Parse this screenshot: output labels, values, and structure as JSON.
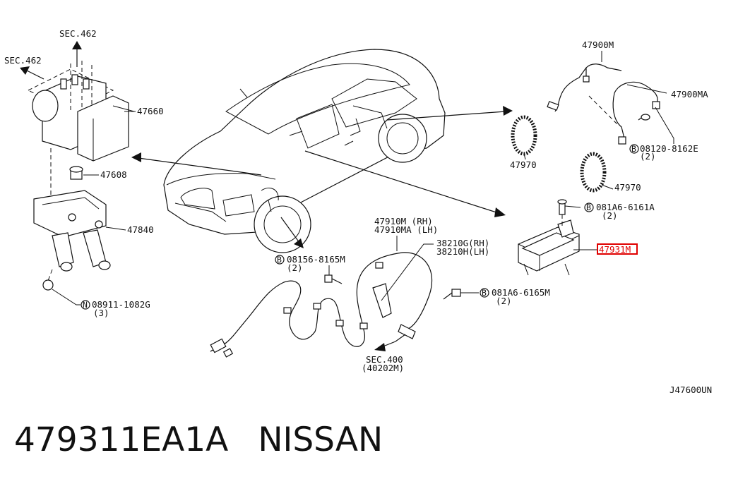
{
  "labels": {
    "sec462_top": "SEC.462",
    "sec462_left": "SEC.462",
    "p47660": "47660",
    "p47608": "47608",
    "p47840": "47840",
    "bolt_08911": "08911-1082G",
    "bolt_08911_qty": "(3)",
    "p47900M": "47900M",
    "p47900MA": "47900MA",
    "bolt_08120": "08120-8162E",
    "bolt_08120_qty": "(2)",
    "p47970a": "47970",
    "p47970b": "47970",
    "bolt_081A6_6161": "081A6-6161A",
    "bolt_081A6_6161_qty": "(2)",
    "p47931M": "47931M",
    "bolt_081A6_6165": "081A6-6165M",
    "bolt_081A6_6165_qty": "(2)",
    "p47910M": "47910M  (RH)",
    "p47910MA": "47910MA (LH)",
    "p38210G": "38210G(RH)",
    "p38210H": "38210H(LH)",
    "bolt_08156": "08156-8165M",
    "bolt_08156_qty": "(2)",
    "sec400": "SEC.400",
    "sec400_sub": "(40202M)",
    "diagram_code": "J47600UN"
  },
  "markers": {
    "B": "B",
    "N": "N"
  },
  "caption": {
    "part_number": "479311EA1A",
    "brand": "NISSAN"
  },
  "colors": {
    "highlight": "#e00000",
    "ink": "#111111"
  }
}
